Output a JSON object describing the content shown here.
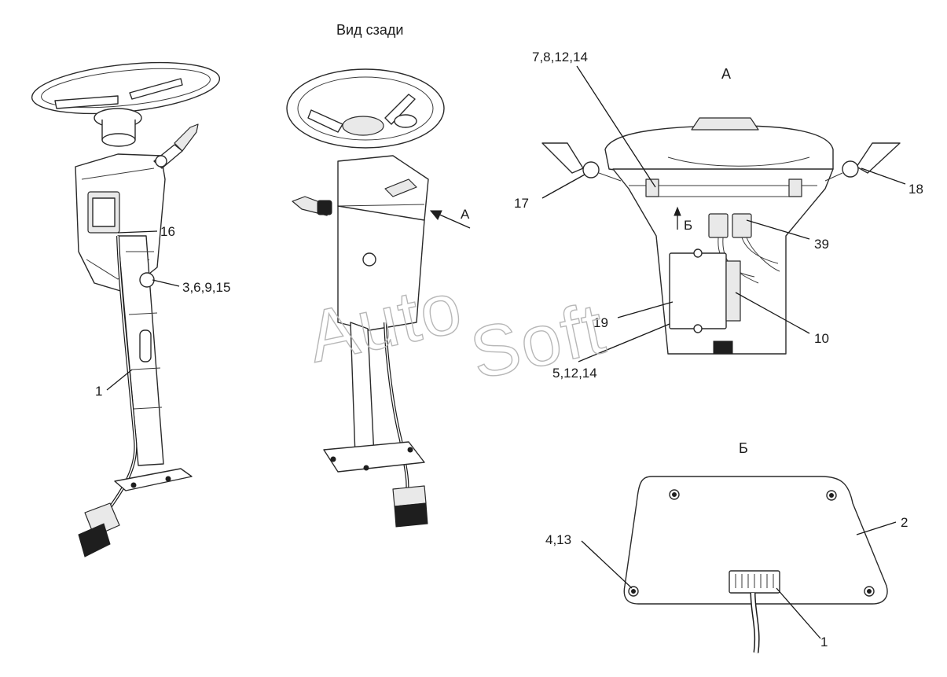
{
  "titles": {
    "rear_view": "Вид сзади",
    "view_a": "А",
    "view_b": "Б"
  },
  "arrows": {
    "a": "А",
    "b": "Б"
  },
  "callouts": {
    "c16": "16",
    "c3_6_9_15": "3,6,9,15",
    "c1_left": "1",
    "c7_8_12_14": "7,8,12,14",
    "c17": "17",
    "c18": "18",
    "c39": "39",
    "c19": "19",
    "c10": "10",
    "c5_12_14": "5,12,14",
    "c2": "2",
    "c4_13": "4,13",
    "c1_bottom": "1"
  },
  "watermark": {
    "line1": "Auto",
    "line2": "Soft"
  },
  "colors": {
    "line": "#1a1a1a",
    "watermark": "#b7b7b7",
    "background": "#ffffff"
  }
}
